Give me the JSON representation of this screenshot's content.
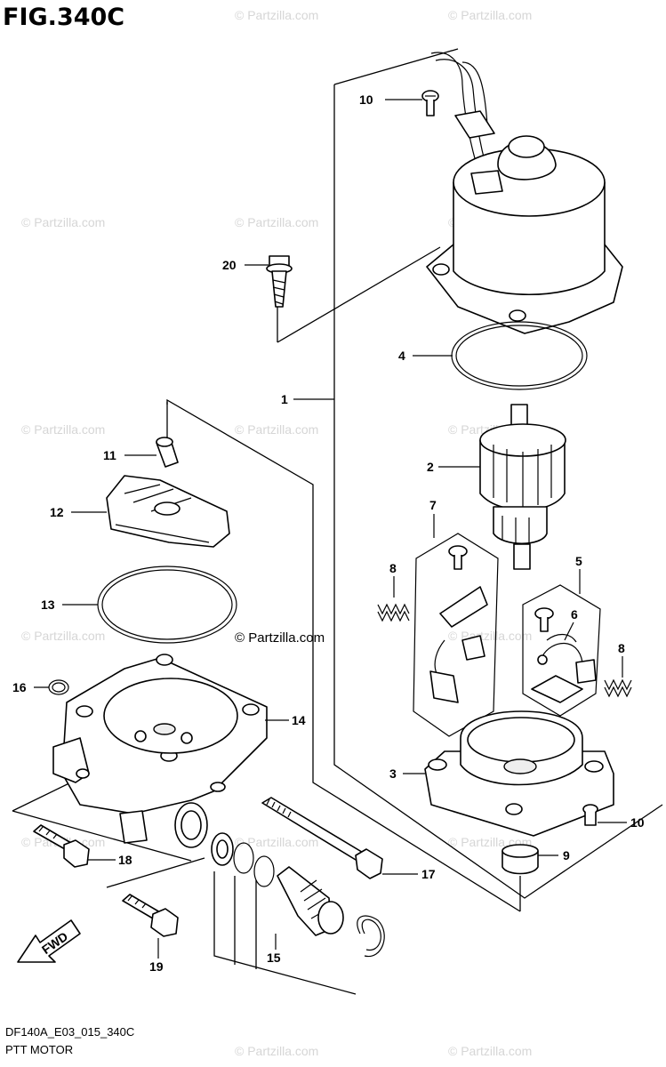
{
  "figure": {
    "title": "FIG.340C",
    "code": "DF140A_E03_015_340C",
    "caption": "PTT MOTOR"
  },
  "watermark": {
    "text": "© Partzilla.com",
    "center_text": "© Partzilla.com"
  },
  "callouts": [
    {
      "id": "10a",
      "label": "10"
    },
    {
      "id": "20",
      "label": "20"
    },
    {
      "id": "4",
      "label": "4"
    },
    {
      "id": "1",
      "label": "1"
    },
    {
      "id": "11",
      "label": "11"
    },
    {
      "id": "2",
      "label": "2"
    },
    {
      "id": "12",
      "label": "12"
    },
    {
      "id": "7",
      "label": "7"
    },
    {
      "id": "8a",
      "label": "8"
    },
    {
      "id": "5",
      "label": "5"
    },
    {
      "id": "13",
      "label": "13"
    },
    {
      "id": "6",
      "label": "6"
    },
    {
      "id": "8b",
      "label": "8"
    },
    {
      "id": "16",
      "label": "16"
    },
    {
      "id": "14",
      "label": "14"
    },
    {
      "id": "3",
      "label": "3"
    },
    {
      "id": "10b",
      "label": "10"
    },
    {
      "id": "9",
      "label": "9"
    },
    {
      "id": "18",
      "label": "18"
    },
    {
      "id": "17",
      "label": "17"
    },
    {
      "id": "15",
      "label": "15"
    },
    {
      "id": "19",
      "label": "19"
    }
  ],
  "fwd_marker": {
    "label": "FWD"
  }
}
